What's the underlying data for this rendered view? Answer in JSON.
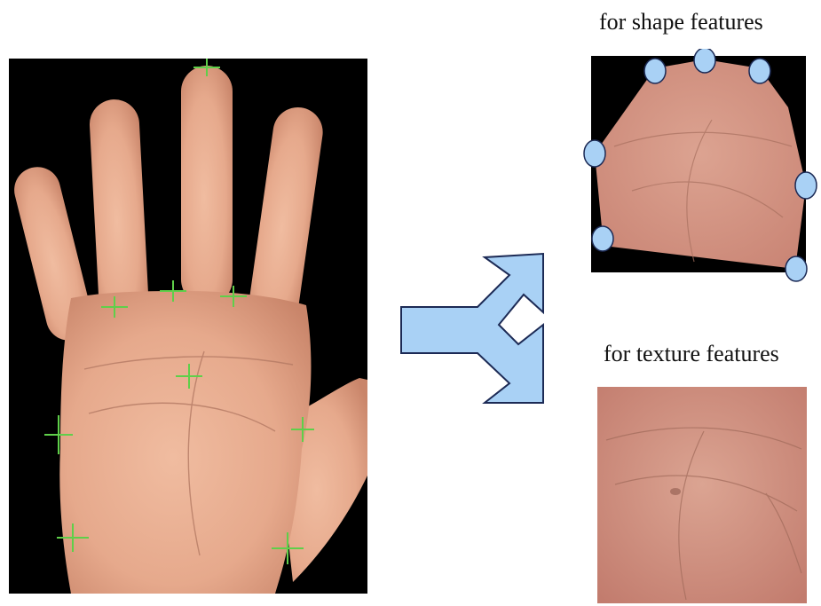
{
  "captions": {
    "shape": "for shape features",
    "texture": "for texture features"
  },
  "colors": {
    "background": "#ffffff",
    "photo_background": "#000000",
    "skin": "#e5a88c",
    "palm_roi": "#d79a88",
    "landmark_marker": "#5fcf4a",
    "shape_point_fill": "#a9d1f5",
    "arrow_fill": "#a9d1f5",
    "outline": "#1c2a55"
  },
  "icons": {
    "hand_photo": "hand-photo",
    "split_arrow": "split-arrow-icon",
    "shape_points": "shape-point-marker"
  }
}
